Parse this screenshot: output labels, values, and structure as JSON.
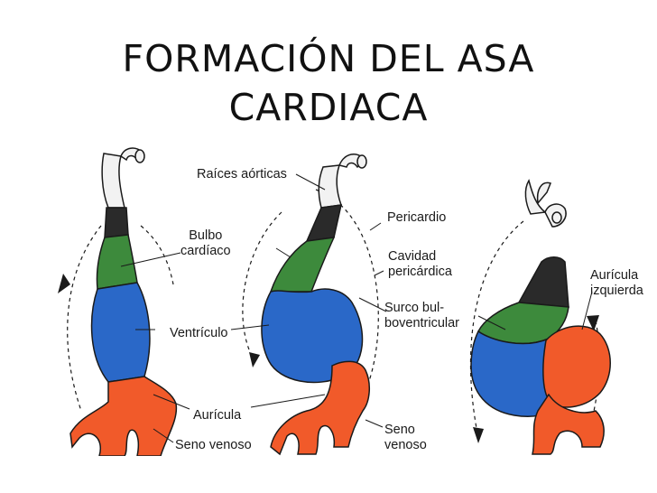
{
  "title": {
    "line1": "FORMACIÓN DEL ASA",
    "line2": "CARDIACA"
  },
  "labels": {
    "raices_aorticas": "Raíces aórticas",
    "bulbo_cardiaco": "Bulbo\ncardíaco",
    "ventriculo": "Ventrículo",
    "auricula": "Aurícula",
    "seno_venoso": "Seno venoso",
    "pericardio": "Pericardio",
    "cavidad_pericardica": "Cavidad\npericárdica",
    "surco_bulboventricular": "Surco bul-\nboventricular",
    "seno_venoso_2": "Seno\nvenoso",
    "auricula_izquierda": "Aurícula\nizquierda"
  },
  "colors": {
    "aortic_roots": "#f2f2f2",
    "black_band": "#2a2a2a",
    "bulbus": "#3d8a3c",
    "ventricle": "#2a68c8",
    "atrium": "#f15a2a",
    "outline": "#1a1a1a"
  }
}
